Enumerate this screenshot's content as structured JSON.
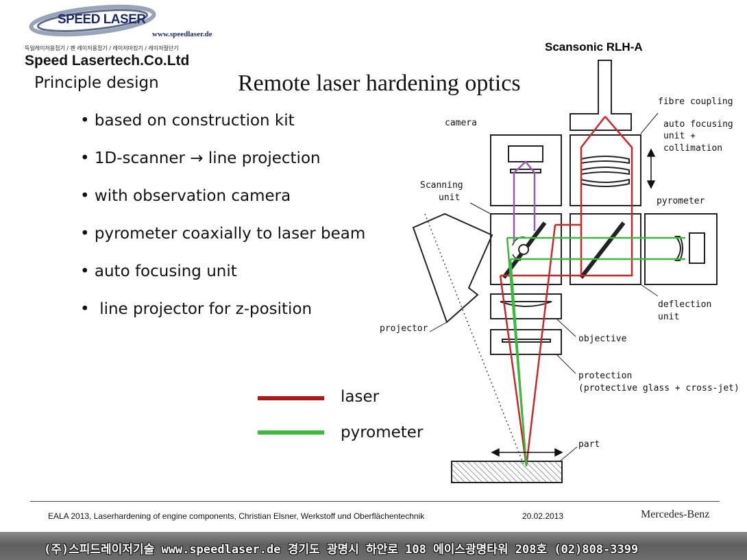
{
  "logo": {
    "brand": "SPEED LASER",
    "url": "www.speedlaser.de",
    "korean_tagline": "독일레이저용접기 / 펜 레이저용접기 / 레이저마킹기 / 레이저절단기",
    "company": "Speed Lasertech.Co.Ltd"
  },
  "slide": {
    "subtitle": "Principle design",
    "title": "Remote laser hardening optics",
    "bullets": [
      "based on construction kit",
      "1D-scanner → line projection",
      "with observation camera",
      "pyrometer coaxially to laser beam",
      "auto focusing unit",
      "line projector for z-position"
    ]
  },
  "legend": {
    "items": [
      {
        "label": "laser",
        "color": "#b01818"
      },
      {
        "label": "pyrometer",
        "color": "#3cb83c"
      }
    ]
  },
  "diagram": {
    "title": "Scansonic RLH-A",
    "labels": {
      "fibre_coupling": "fibre coupling",
      "auto_focusing_1": "auto focusing",
      "auto_focusing_2": "unit +",
      "auto_focusing_3": "collimation",
      "camera": "camera",
      "scanning_1": "Scanning",
      "scanning_2": "unit",
      "pyrometer": "pyrometer",
      "deflection_1": "deflection",
      "deflection_2": "unit",
      "projector": "projector",
      "objective": "objective",
      "protection_1": "protection",
      "protection_2": "(protective glass + cross-jet)",
      "part": "part"
    },
    "colors": {
      "laser": "#c8282a",
      "pyrometer": "#3cb83c",
      "camera_path": "#9b59b6"
    }
  },
  "footer": {
    "citation": "EALA 2013, Laserhardening  of engine components, Christian Elsner, Werkstoff und Oberflächentechnik",
    "date": "20.02.2013",
    "brand": "Mercedes-Benz"
  },
  "bottom_bar": {
    "text": "(주)스피드레이저기술 www.speedlaser.de  경기도 광명시 하안로 108 에이스광명타워 208호 (02)808-3399"
  }
}
